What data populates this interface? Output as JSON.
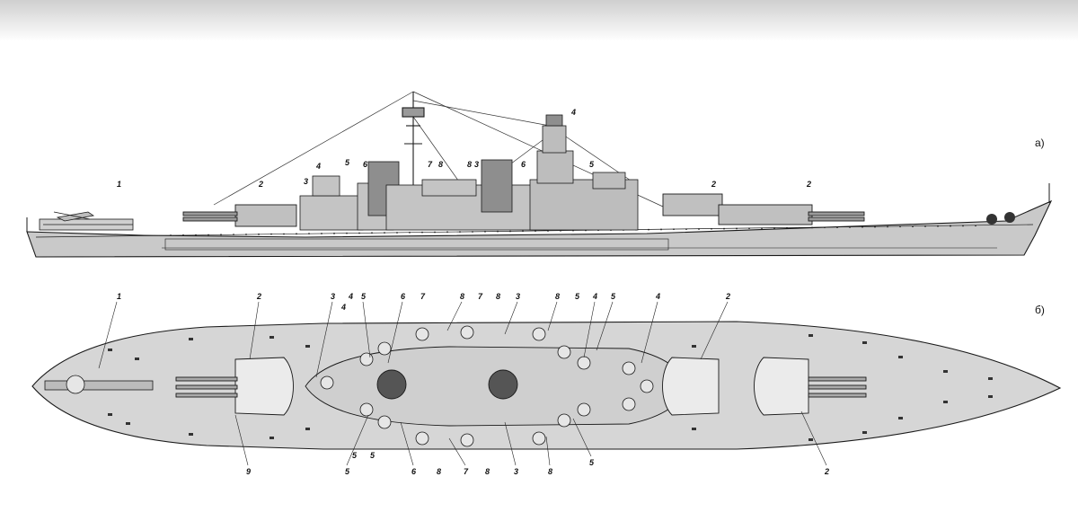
{
  "colors": {
    "hull": "#c9c9c9",
    "deck": "#d6d6d6",
    "outline": "#1a1a1a",
    "funnel": "#8e8e8e",
    "dark": "#444444",
    "top_strip": "#d4d4d4"
  },
  "views": {
    "side_label": "а)",
    "plan_label": "б)"
  },
  "side_callouts": [
    "1",
    "2",
    "3",
    "4",
    "5",
    "6",
    "7",
    "8",
    "3",
    "8",
    "6",
    "5",
    "4",
    "2",
    "2"
  ],
  "plan_callouts_top": [
    "1",
    "2",
    "3",
    "4",
    "5",
    "6",
    "7",
    "8",
    "7",
    "8",
    "3",
    "8",
    "5",
    "4",
    "5",
    "4",
    "2"
  ],
  "plan_callouts_bottom": [
    "9",
    "5",
    "6",
    "8",
    "7",
    "8",
    "3",
    "8",
    "5",
    "2"
  ],
  "plan_callouts_side": [
    "5",
    "5",
    "4"
  ]
}
